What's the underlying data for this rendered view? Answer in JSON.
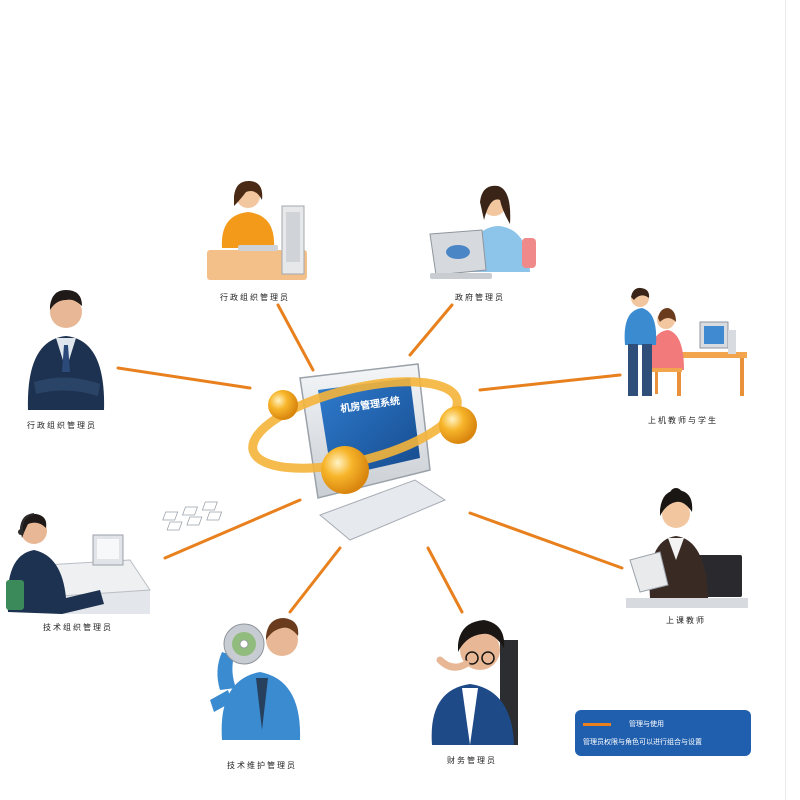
{
  "center": {
    "screen_title": "机房管理系统"
  },
  "nodes": [
    {
      "id": "top-left",
      "label": "行政组织管理员"
    },
    {
      "id": "top-right",
      "label": "政府管理员"
    },
    {
      "id": "left",
      "label": "行政组织管理员"
    },
    {
      "id": "right",
      "label": "上机教师与学生"
    },
    {
      "id": "bottom-left",
      "label": "技术组织管理员"
    },
    {
      "id": "bottom-right",
      "label": "上课教师"
    },
    {
      "id": "bottom-center-left",
      "label": "技术维护管理员"
    },
    {
      "id": "bottom-center-right",
      "label": "财务管理员"
    }
  ],
  "legend": {
    "line_label": "管理与使用",
    "note": "管理员权限与角色可以进行组合与设置"
  },
  "colors": {
    "connector": "#e8801e",
    "legend_bg": "#1f5fae",
    "screen": "#1f5fae",
    "orb": "#f2a51c",
    "orbit": "#f4b43a"
  }
}
